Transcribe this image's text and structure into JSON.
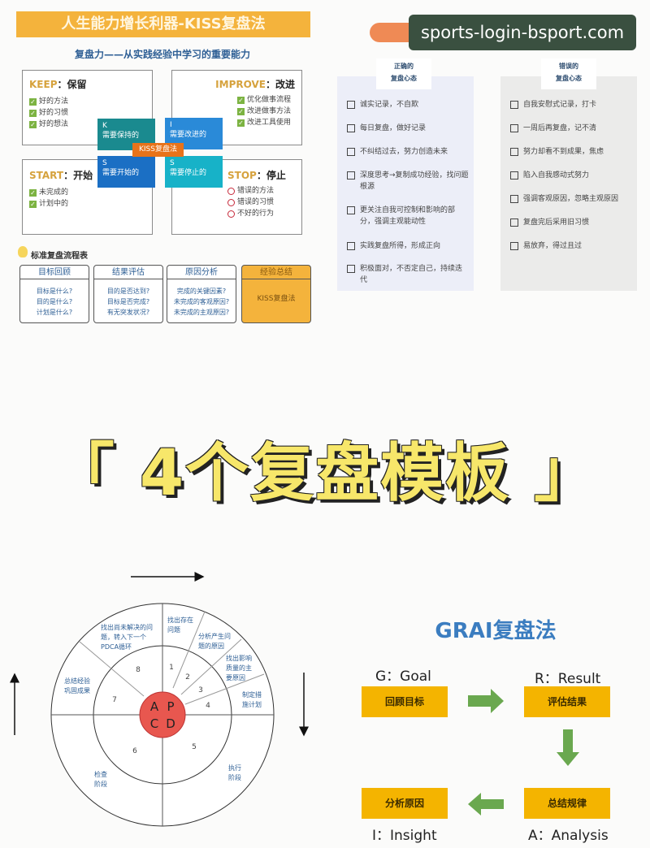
{
  "kiss": {
    "title": "人生能力增长利器-KISS复盘法",
    "subtitle": "复盘力——从实践经验中学习的重要能力",
    "keep": {
      "en": "KEEP",
      "zh": "：保留",
      "items": [
        "好的方法",
        "好的习惯",
        "好的想法"
      ]
    },
    "improve": {
      "en": "IMPROVE",
      "zh": "：改进",
      "items": [
        "优化做事流程",
        "改进做事方法",
        "改进工具使用"
      ]
    },
    "start": {
      "en": "START",
      "zh": "：开始",
      "items": [
        "未完成的",
        "计划中的"
      ]
    },
    "stop": {
      "en": "STOP",
      "zh": "：停止",
      "items": [
        "错误的方法",
        "错误的习惯",
        "不好的行为"
      ]
    },
    "tiles": [
      {
        "letter": "K",
        "text": "需要保持的"
      },
      {
        "letter": "I",
        "text": "需要改进的"
      },
      {
        "letter": "S",
        "text": "需要开始的"
      },
      {
        "letter": "S",
        "text": "需要停止的"
      }
    ],
    "center": "KISS复盘法",
    "check_mark": "✓",
    "flow_title": "标准复盘流程表",
    "flow": [
      {
        "head": "目标回顾",
        "lines": [
          "目标是什么?",
          "目的是什么?",
          "计划是什么?"
        ]
      },
      {
        "head": "结果评估",
        "lines": [
          "目的是否达到?",
          "目标是否完成?",
          "有无突发状况?"
        ]
      },
      {
        "head": "原因分析",
        "lines": [
          "完成的关键因素?",
          "未完成的客观原因?",
          "未完成的主观原因?"
        ]
      },
      {
        "head": "经验总结",
        "lines": [
          "KISS复盘法"
        ]
      }
    ]
  },
  "watermark": "sports-login-bsport.com",
  "mindset": {
    "right": {
      "title1": "正确的",
      "title2": "复盘心态",
      "items": [
        "诚实记录，不自欺",
        "每日复盘，做好记录",
        "不纠结过去，努力创造未来",
        "深度思考→复制成功经验，找问题根源",
        "更关注自我可控制和影响的部分，强调主观能动性",
        "实践复盘所得，形成正向",
        "积极面对，不否定自己，持续迭代"
      ]
    },
    "wrong": {
      "title1": "错误的",
      "title2": "复盘心态",
      "items": [
        "自我安慰式记录，打卡",
        "一周后再复盘，记不清",
        "努力却看不到成果，焦虑",
        "陷入自我感动式努力",
        "强调客观原因，忽略主观原因",
        "复盘完后采用旧习惯",
        "易放弃，得过且过"
      ]
    }
  },
  "headline": "「 4个复盘模板 」",
  "pdca": {
    "center": [
      "A",
      "P",
      "C",
      "D"
    ],
    "numbers": [
      "1",
      "2",
      "3",
      "4",
      "5",
      "6",
      "7",
      "8"
    ],
    "outer": [
      "找出存在问题",
      "分析产生问题的原因",
      "找出影响质量的主要原因",
      "制定措施计划",
      "执行阶段",
      "检查阶段",
      "总结经验巩固成果",
      "找出尚未解决的问题，转入下一个PDCA循环"
    ]
  },
  "grai": {
    "title": "GRAI复盘法",
    "goal": {
      "label": "G：Goal",
      "box": "回顾目标"
    },
    "result": {
      "label": "R：Result",
      "box": "评估结果"
    },
    "analysis": {
      "label": "A：Analysis",
      "box": "总结规律"
    },
    "insight": {
      "label": "I：Insight",
      "box": "分析原因"
    },
    "colors": {
      "box": "#f4b400",
      "arrow": "#6aa84f",
      "title": "#3b7dc0"
    }
  }
}
